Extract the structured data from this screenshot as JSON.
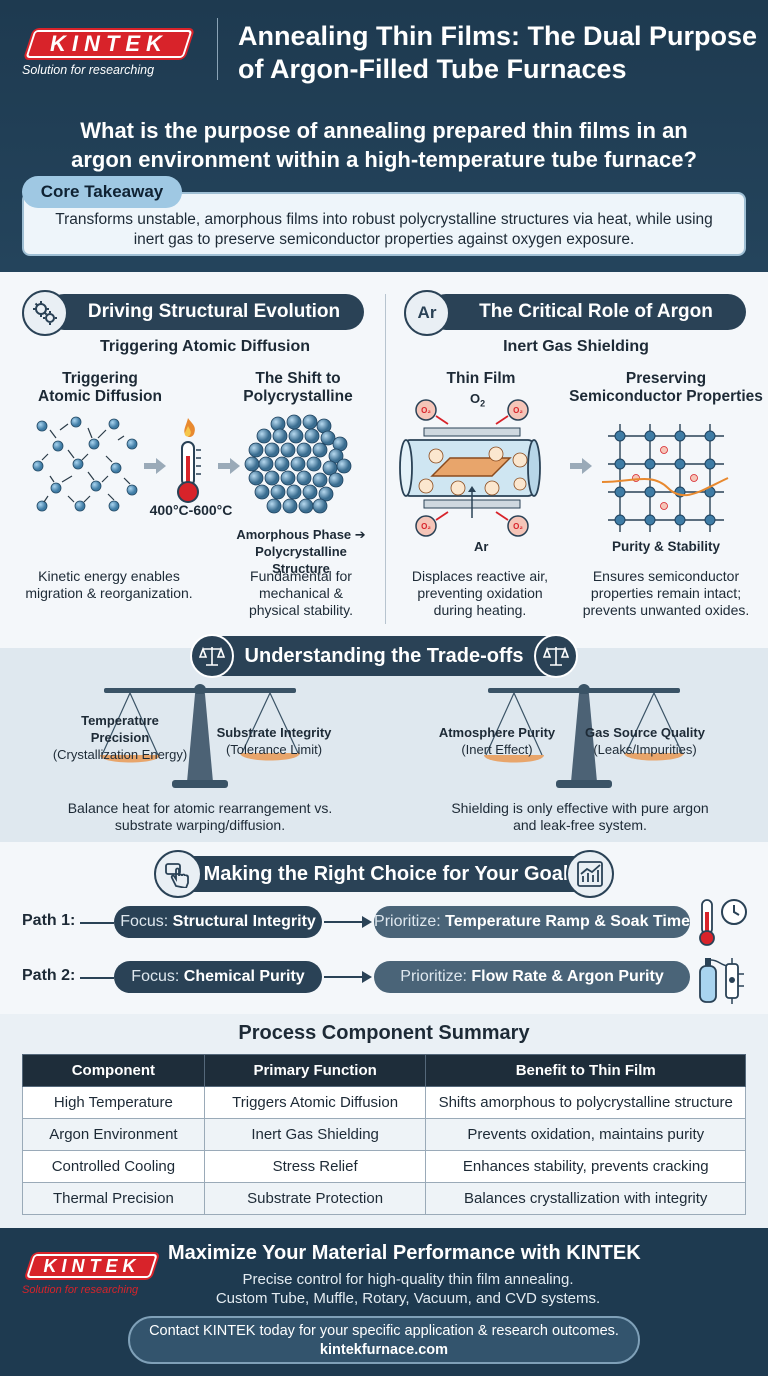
{
  "header": {
    "logo": "KINTEK",
    "tagline": "Solution for researching",
    "title_line1": "Annealing Thin Films: The Dual Purpose",
    "title_line2": "of Argon-Filled Tube Furnaces",
    "question_line1": "What is the purpose of annealing prepared thin films in an",
    "question_line2": "argon environment within a high-temperature tube furnace?"
  },
  "core": {
    "label": "Core Takeaway",
    "text_line1": "Transforms unstable, amorphous films into robust polycrystalline structures via heat, while using",
    "text_line2": "inert gas to preserve semiconductor properties against oxygen exposure."
  },
  "structural": {
    "heading": "Driving Structural Evolution",
    "subheading": "Triggering Atomic Diffusion",
    "col1_title_line1": "Triggering",
    "col1_title_line2": "Atomic Diffusion",
    "col2_title_line1": "The Shift to",
    "col2_title_line2": "Polycrystalline",
    "temp_label": "400°C-600°C",
    "phase_line1": "Amorphous Phase ➔",
    "phase_line2": "Polycrystalline Structure",
    "desc1_line1": "Kinetic energy enables",
    "desc1_line2": "migration & reorganization.",
    "desc2_line1": "Fundamental for",
    "desc2_line2": "mechanical &",
    "desc2_line3": "physical stability."
  },
  "argon": {
    "heading": "The Critical Role of Argon",
    "icon_text": "Ar",
    "subheading": "Inert Gas Shielding",
    "col1_title": "Thin Film",
    "col2_title_line1": "Preserving",
    "col2_title_line2": "Semiconductor Properties",
    "o2_label": "O",
    "o2_sub": "2",
    "ar_label": "Ar",
    "purity_label": "Purity & Stability",
    "desc1_line1": "Displaces reactive air,",
    "desc1_line2": "preventing oxidation",
    "desc1_line3": "during heating.",
    "desc2_line1": "Ensures semiconductor",
    "desc2_line2": "properties remain intact;",
    "desc2_line3": "prevents unwanted oxides."
  },
  "tradeoffs": {
    "heading": "Understanding the Trade-offs",
    "left_a_line1": "Temperature",
    "left_a_line2": "Precision",
    "left_a_line3": "(Crystallization Energy)",
    "left_b_line1": "Substrate Integrity",
    "left_b_line2": "(Tolerance Limit)",
    "right_a_line1": "Atmosphere Purity",
    "right_a_line2": "(Inert Effect)",
    "right_b_line1": "Gas Source Quality",
    "right_b_line2": "(Leaks/Impurities)",
    "left_desc_line1": "Balance heat for atomic rearrangement vs.",
    "left_desc_line2": "substrate warping/diffusion.",
    "right_desc_line1": "Shielding is only effective with pure argon",
    "right_desc_line2": "and leak-free system."
  },
  "choice": {
    "heading": "Making the Right Choice for Your Goal",
    "paths": [
      {
        "label": "Path 1:",
        "focus_prefix": "Focus: ",
        "focus": "Structural Integrity",
        "prio_prefix": "Prioritize: ",
        "prio": "Temperature Ramp & Soak Time"
      },
      {
        "label": "Path 2:",
        "focus_prefix": "Focus: ",
        "focus": "Chemical Purity",
        "prio_prefix": "Prioritize: ",
        "prio": "Flow Rate & Argon Purity"
      }
    ]
  },
  "summary": {
    "heading": "Process Component Summary",
    "columns": [
      "Component",
      "Primary Function",
      "Benefit to Thin Film"
    ],
    "rows": [
      [
        "High Temperature",
        "Triggers Atomic Diffusion",
        "Shifts amorphous to polycrystalline structure"
      ],
      [
        "Argon Environment",
        "Inert Gas Shielding",
        "Prevents oxidation, maintains purity"
      ],
      [
        "Controlled Cooling",
        "Stress Relief",
        "Enhances stability, prevents cracking"
      ],
      [
        "Thermal Precision",
        "Substrate Protection",
        "Balances crystallization with integrity"
      ]
    ]
  },
  "footer": {
    "logo": "KINTEK",
    "tagline": "Solution for researching",
    "title": "Maximize Your Material Performance with KINTEK",
    "text_line1": "Precise control for high-quality thin film annealing.",
    "text_line2": "Custom Tube, Muffle, Rotary, Vacuum, and CVD systems.",
    "contact_line1": "Contact KINTEK today for your specific application & research outcomes.",
    "contact_line2": "kintekfurnace.com"
  },
  "colors": {
    "brand_red": "#d8232a",
    "navy": "#1e3a50",
    "accent_orange": "#e8892f"
  }
}
